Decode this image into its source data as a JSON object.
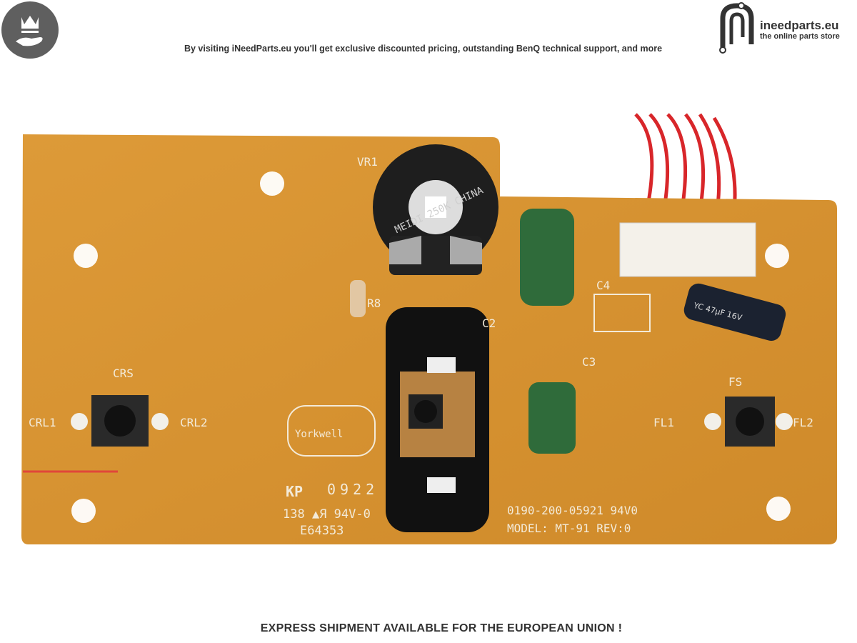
{
  "header": {
    "badge_icon": "crown-hand-icon",
    "tagline": "By visiting iNeedParts.eu you'll get exclusive discounted pricing, outstanding BenQ technical support, and more",
    "logo": {
      "brand": "ineedparts.eu",
      "subtitle": "the online parts store"
    }
  },
  "product": {
    "silkscreen": {
      "vr1": "VR1",
      "pot": "MEIDI 250K CHINA",
      "r8": "R8",
      "c2": "C2",
      "c3": "C3",
      "c4": "C4",
      "crs": "CRS",
      "crl1": "CRL1",
      "crl2": "CRL2",
      "fs": "FS",
      "fl1": "FL1",
      "fl2": "FL2",
      "yorkwell": "Yorkwell",
      "kp": "KP",
      "date": "0922",
      "ul": "138 ▲Я 94V-0",
      "e": "E64353",
      "part": "0190-200-05921  94V0",
      "model": "MODEL: MT-91  REV:0",
      "cap": "YC 47µF 16V"
    },
    "colors": {
      "board": "#d9922f",
      "wire": "#d8262a",
      "film_cap": "#2f6b3a"
    }
  },
  "footer": {
    "text": "EXPRESS SHIPMENT AVAILABLE FOR THE EUROPEAN UNION !"
  }
}
